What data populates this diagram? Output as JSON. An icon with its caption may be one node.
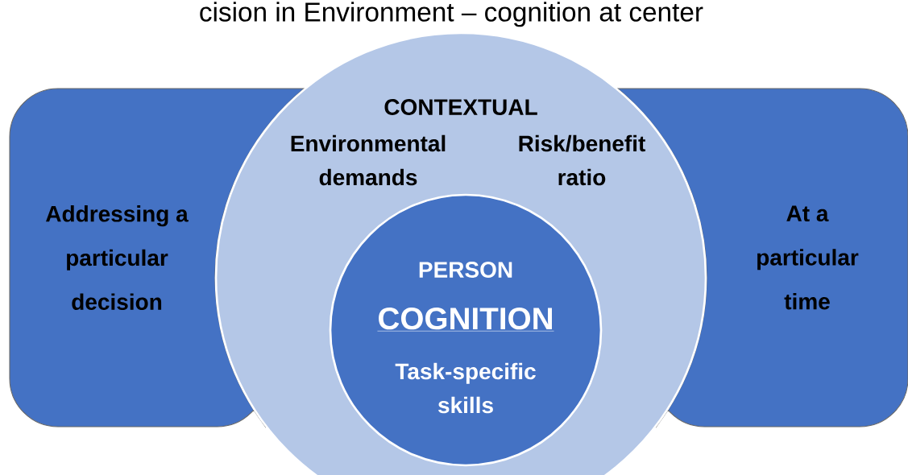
{
  "diagram": {
    "title": "cision in Environment – cognition at center",
    "nodes": [
      {
        "text": [
          "Addressing a particular decision"
        ]
      },
      {
        "text": [
          "CONTEXTUAL",
          "Environmental demands",
          "Risk/benefit ratio"
        ]
      },
      {
        "text": [
          "PERSON",
          "COGNITION",
          "Task-specific skills"
        ],
        "in": 1
      },
      {
        "text": [
          "At a particular time"
        ]
      }
    ]
  }
}
